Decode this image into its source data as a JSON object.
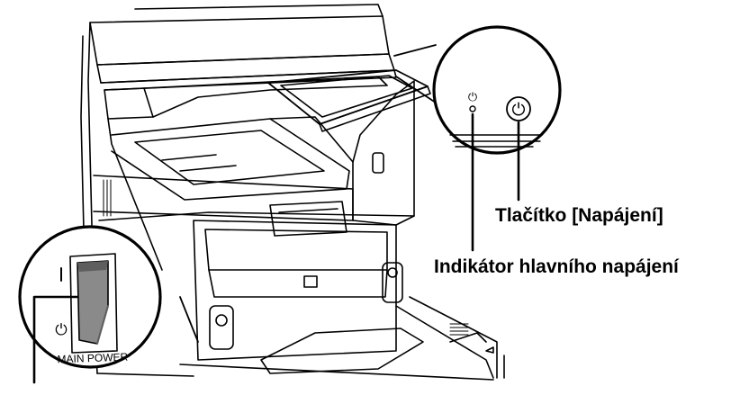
{
  "callouts": {
    "power_button": "Tlačítko [Napájení]",
    "main_power_indicator": "Indikátor hlavního napájení"
  },
  "switch_panel": {
    "label": "MAIN POWER",
    "power_symbol": "⏻"
  },
  "indicator_symbol": "⏻",
  "colors": {
    "line": "#000000",
    "background": "#ffffff",
    "rocker": "#8a8a8a",
    "rocker_dark": "#5e5e5e"
  }
}
